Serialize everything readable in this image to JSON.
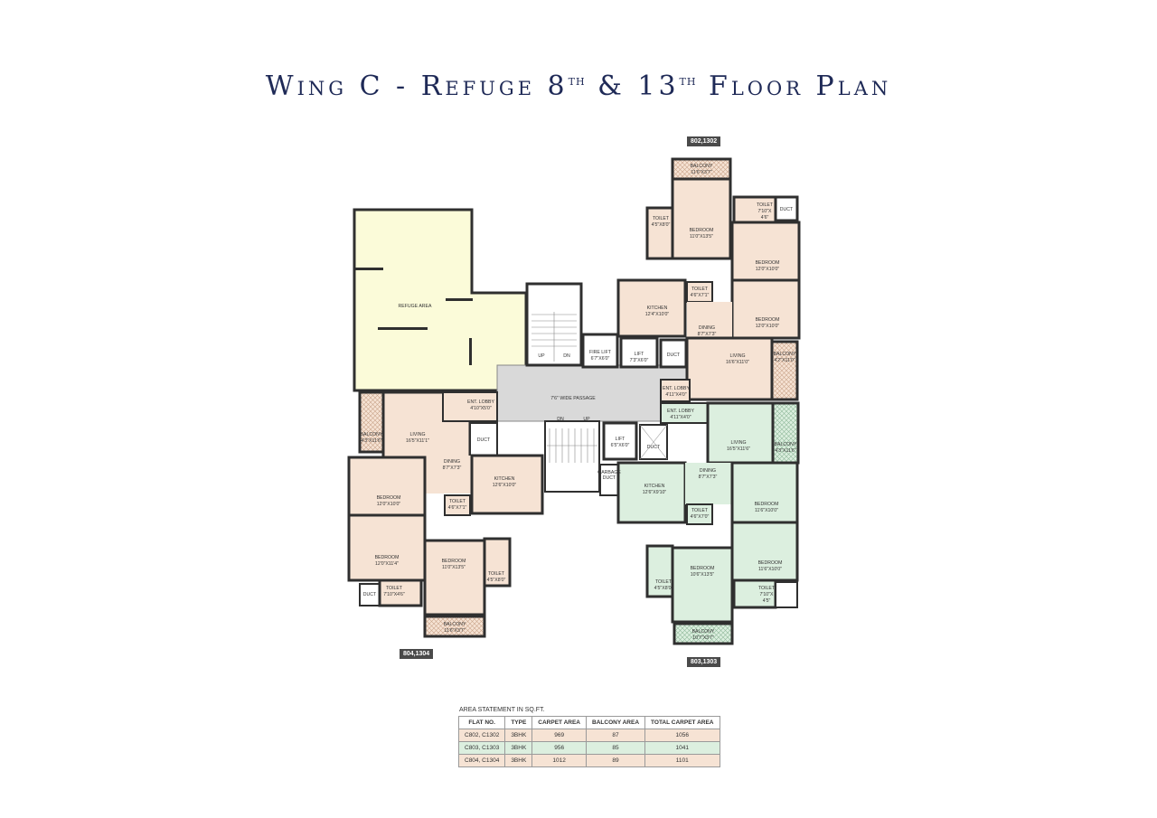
{
  "title": {
    "main": "Wing C - Refuge 8",
    "th1": "th",
    "mid": " & 13",
    "th2": "th",
    "end": " Floor Plan"
  },
  "tags": {
    "top": "802,1302",
    "left": "804,1304",
    "right": "803,1303"
  },
  "labels": {
    "refuge": "REFUGE AREA",
    "passage": "7'6\" WIDE PASSAGE",
    "up": "UP",
    "dn": "DN",
    "dn2": "DN",
    "up2": "UP",
    "fire_lift": "FIRE LIFT",
    "fire_lift_dim": "6'7\"X6'0\"",
    "lift1": "LIFT",
    "lift1_dim": "7'3\"X6'0\"",
    "duct1": "DUCT",
    "lift2": "LIFT",
    "lift2_dim": "6'5\"X6'0\"",
    "duct2": "DUCT",
    "garbage": "GARBAGE",
    "garbage2": "DUCT",
    "t_balcony": "BALCONY",
    "t_balcony_dim": "11'6\"X3'7\"",
    "t_bed1": "BEDROOM",
    "t_bed1_dim": "11'0\"X13'5\"",
    "t_toilet1": "TOILET",
    "t_toilet1_dim": "4'5\"X8'0\"",
    "t_toilet2": "TOILET",
    "t_toilet2_dim": "7'10\"X",
    "t_toilet2_dim2": "4'6\"",
    "t_duct": "DUCT",
    "t_bed2": "BEDROOM",
    "t_bed2_dim": "12'0\"X10'0\"",
    "t_toilet3": "TOILET",
    "t_toilet3_dim": "4'6\"X7'1\"",
    "t_kitchen": "KITCHEN",
    "t_kitchen_dim": "12'4\"X10'0\"",
    "t_dining": "DINING",
    "t_dining_dim": "8'7\"X7'3\"",
    "t_bed3": "BEDROOM",
    "t_bed3_dim": "12'0\"X10'0\"",
    "t_living": "LIVING",
    "t_living_dim": "16'6\"X11'0\"",
    "t_balcony2": "BALCONY",
    "t_balcony2_dim": "4'2\"X11'0\"",
    "t_entlobby": "ENT. LOBBY",
    "t_entlobby_dim": "4'11\"X4'0\"",
    "l_entlobby": "ENT. LOBBY",
    "l_entlobby_dim": "4'10\"X5'0\"",
    "l_balcony": "BALCONY",
    "l_balcony_dim": "4'3\"X11'6\"",
    "l_living": "LIVING",
    "l_living_dim": "16'5\"X11'1\"",
    "l_duct": "DUCT",
    "l_dining": "DINING",
    "l_dining_dim": "8'7\"X7'3\"",
    "l_kitchen": "KITCHEN",
    "l_kitchen_dim": "12'6\"X10'0\"",
    "l_bed1": "BEDROOM",
    "l_bed1_dim": "12'0\"X10'0\"",
    "l_toilet1": "TOILET",
    "l_toilet1_dim": "4'6\"X7'1\"",
    "l_bed2": "BEDROOM",
    "l_bed2_dim": "12'0\"X11'4\"",
    "l_bed3": "BEDROOM",
    "l_bed3_dim": "11'0\"X13'5\"",
    "l_toilet2": "TOILET",
    "l_toilet2_dim": "4'5\"X8'0\"",
    "l_duct2": "DUCT",
    "l_toilet3": "TOILET",
    "l_toilet3_dim": "7'10\"X4'6\"",
    "l_balcony2": "BALCONY",
    "l_balcony2_dim": "11'6\"X3'7\"",
    "r_entlobby": "ENT. LOBBY",
    "r_entlobby_dim": "4'11\"X4'0\"",
    "r_living": "LIVING",
    "r_living_dim": "16'5\"X11'6\"",
    "r_balcony": "BALCONY",
    "r_balcony_dim": "4'3\"X11'6\"",
    "r_kitchen": "KITCHEN",
    "r_kitchen_dim": "12'6\"X9'10\"",
    "r_dining": "DINING",
    "r_dining_dim": "8'7\"X7'3\"",
    "r_bed1": "BEDROOM",
    "r_bed1_dim": "11'6\"X10'0\"",
    "r_toilet1": "TOILET",
    "r_toilet1_dim": "4'6\"X7'0\"",
    "r_bed2": "BEDROOM",
    "r_bed2_dim": "11'6\"X10'0\"",
    "r_bed3": "BEDROOM",
    "r_bed3_dim": "10'6\"X13'5\"",
    "r_toilet2": "TOILET",
    "r_toilet2_dim": "4'5\"X8'0\"",
    "r_toilet3": "TOILET",
    "r_toilet3_dim": "7'10\"X",
    "r_toilet3_dim2": "4'5\"",
    "r_balcony2": "BALCONY",
    "r_balcony2_dim": "10'7\"X3'7\""
  },
  "area_statement": {
    "title": "AREA STATEMENT IN SQ.FT.",
    "headers": [
      "FLAT NO.",
      "TYPE",
      "CARPET AREA",
      "BALCONY AREA",
      "TOTAL CARPET AREA"
    ],
    "rows": [
      [
        "C802, C1302",
        "3BHK",
        "969",
        "87",
        "1056"
      ],
      [
        "C803, C1303",
        "3BHK",
        "956",
        "85",
        "1041"
      ],
      [
        "C804, C1304",
        "3BHK",
        "1012",
        "89",
        "1101"
      ]
    ]
  },
  "colors": {
    "refuge": "#fbfbd9",
    "flat_peach": "#f6e3d4",
    "flat_green": "#dcefdf",
    "core": "#d9d9d9",
    "walls": "#2f2f2f",
    "title": "#1f2a57"
  }
}
